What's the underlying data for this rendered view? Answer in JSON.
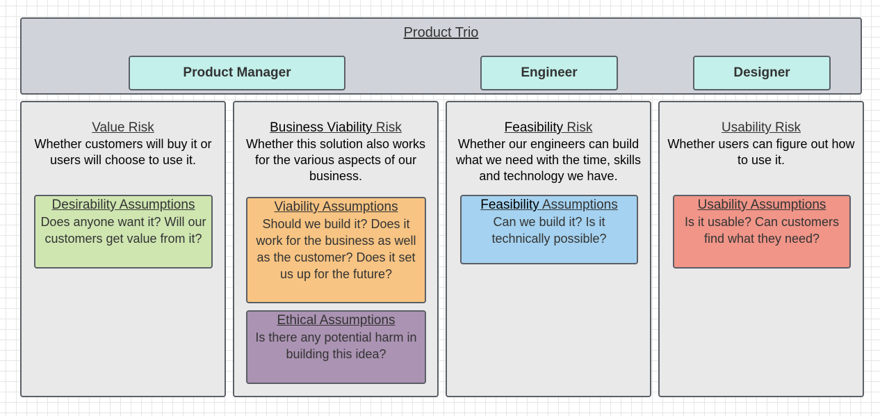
{
  "header": {
    "title": "Product Trio",
    "roles": [
      {
        "label": "Product Manager"
      },
      {
        "label": "Engineer"
      },
      {
        "label": "Designer"
      }
    ]
  },
  "columns": [
    {
      "risk_title": "Value Risk",
      "risk_description": "Whether customers will buy it or users will choose to use it.",
      "assumptions": [
        {
          "title": "Desirability Assumptions",
          "body": "Does anyone want it? Will our customers get value from it?"
        }
      ]
    },
    {
      "risk_title_part1": "Business Viability",
      "risk_title_part2": " Risk",
      "risk_description": "Whether this solution also works for the various aspects of our business.",
      "assumptions": [
        {
          "title": "Viability Assumptions",
          "body": "Should we build it? Does it work for the business as well as the customer? Does it set us up for the future?"
        },
        {
          "title": "Ethical Assumptions",
          "body": "Is there any potential harm in building this idea?"
        }
      ]
    },
    {
      "risk_title_part1": "Feasibility",
      "risk_title_part2": " Risk",
      "risk_description": "Whether our engineers can build what we need with the time, skills and technology we have.",
      "assumptions": [
        {
          "title_part1": "Feasibility",
          "title_part2": " Assumptions",
          "body": "Can we build it? Is it technically possible?"
        }
      ]
    },
    {
      "risk_title": "Usability Risk",
      "risk_description": "Whether users can figure out how to use it.",
      "assumptions": [
        {
          "title": "Usability Assumptions",
          "body": "Is it usable? Can customers find what they need?"
        }
      ]
    }
  ],
  "colors": {
    "header_bg": "#d0d4da",
    "role_bg": "#c3f0ea",
    "column_bg": "#e9e9e9",
    "desirability": "#cfe6b1",
    "viability": "#f7c483",
    "ethical": "#ab93b3",
    "feasibility": "#a5d2f0",
    "usability": "#f09588"
  }
}
